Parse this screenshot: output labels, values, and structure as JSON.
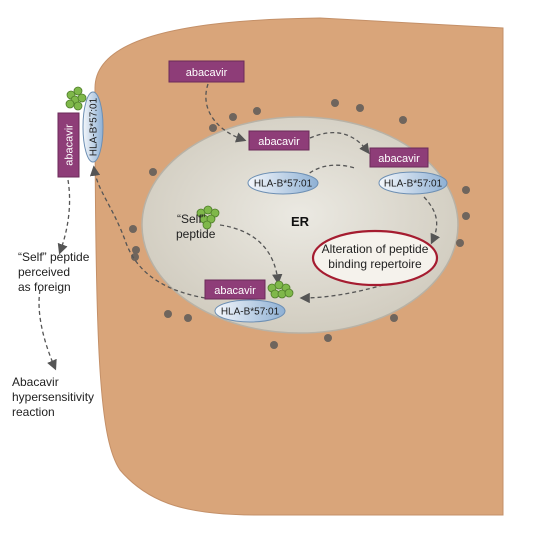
{
  "drug_label": "abacavir",
  "hla_label": "HLA-B*57:01",
  "er_label": "ER",
  "self_peptide": {
    "line1": "“Self”",
    "line2": "peptide"
  },
  "alteration": {
    "line1": "Alteration of peptide",
    "line2": "binding repertoire"
  },
  "foreign": {
    "line1": "“Self” peptide",
    "line2": "perceived",
    "line3": "as foreign"
  },
  "reaction": {
    "line1": "Abacavir",
    "line2": "hypersensitivity",
    "line3": "reaction"
  },
  "colors": {
    "cell": "#d9a57a",
    "er": "#dcd9cf",
    "drug_box": "#8e3d78",
    "hla": "#aac3dd",
    "peptide": "#7fb84a",
    "highlight_ring": "#a51c30",
    "ribosome": "#6f655d"
  }
}
